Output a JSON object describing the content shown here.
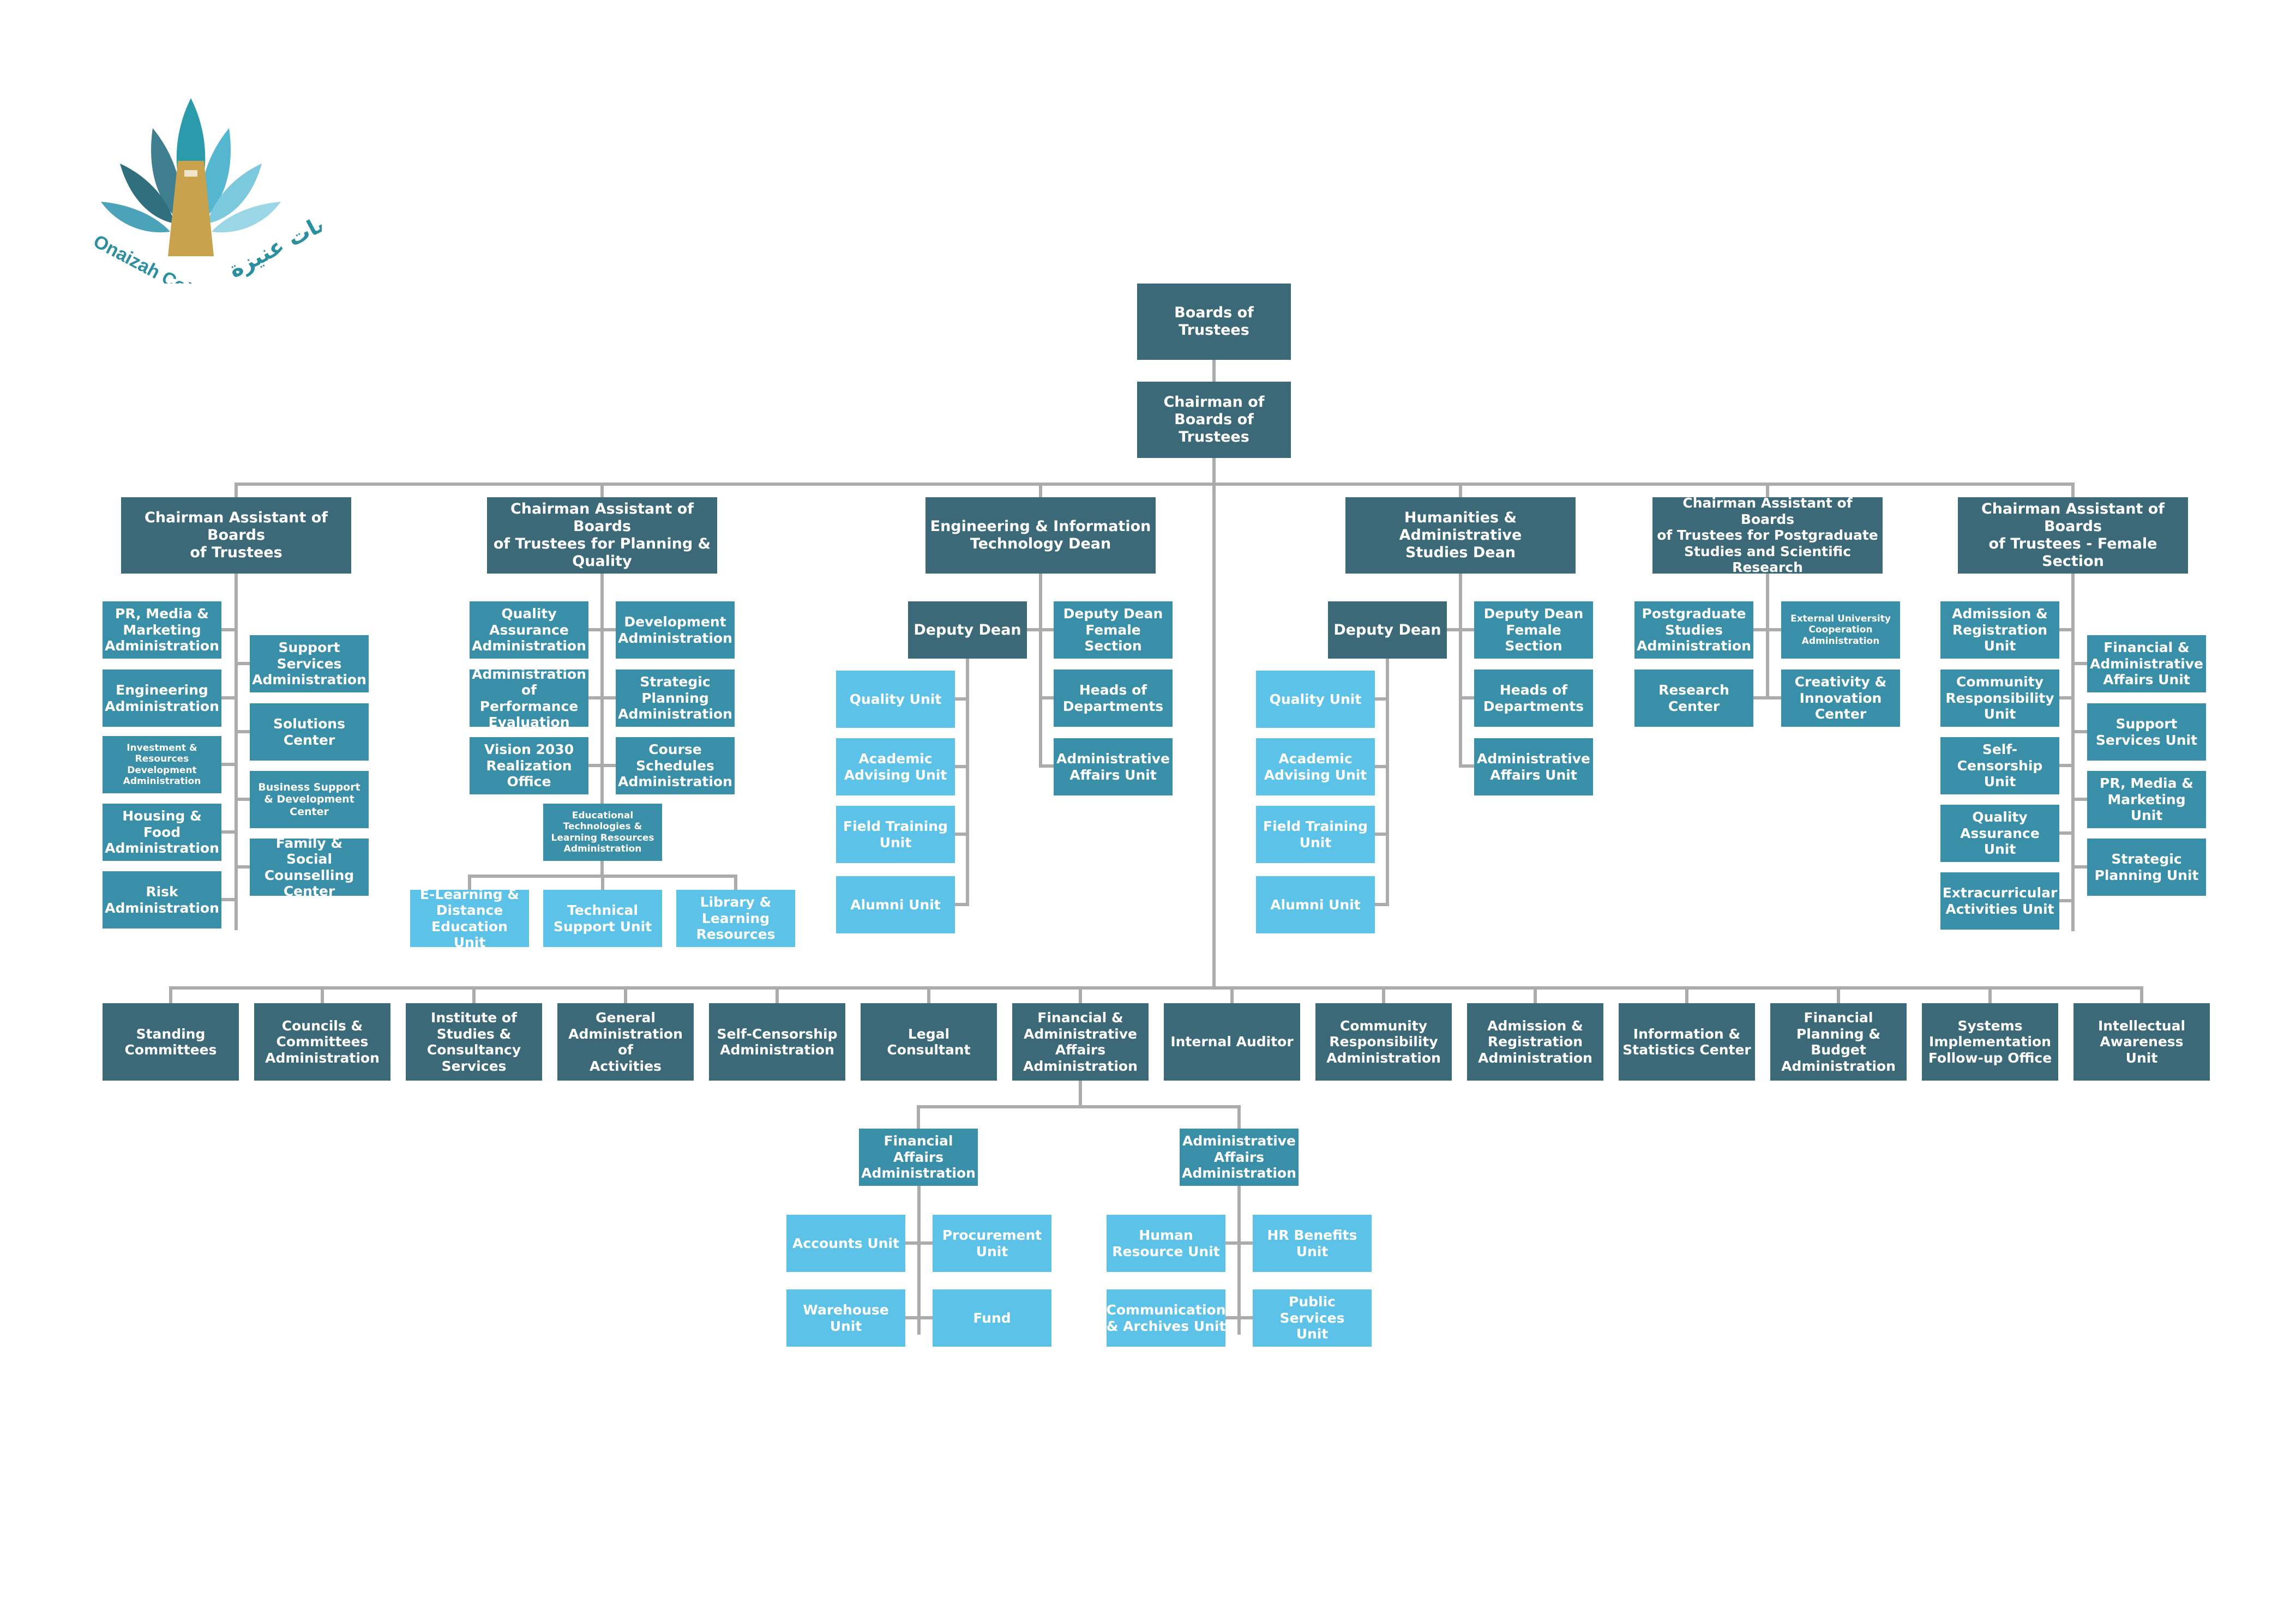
{
  "colors": {
    "dark": "#3b6977",
    "mid": "#3a8fa8",
    "light": "#5dc2e8",
    "line": "#a9abad",
    "logo_teal": "#2b9aab",
    "logo_gold": "#c9a24d"
  },
  "logo": {
    "english": "Onaizah Colleges",
    "arabic": "كليات عنيزة"
  },
  "top": {
    "board": "Boards of Trustees",
    "chairman": "Chairman of\nBoards of Trustees"
  },
  "col1": {
    "header": "Chairman Assistant of Boards\nof Trustees",
    "left": [
      "PR, Media &\nMarketing\nAdministration",
      "Engineering\nAdministration",
      "Investment &\nResources\nDevelopment\nAdministration",
      "Housing & Food\nAdministration",
      "Risk\nAdministration"
    ],
    "right": [
      "Support\nServices\nAdministration",
      "Solutions\nCenter",
      "Business Support\n& Development\nCenter",
      "Family & Social\nCounselling\nCenter"
    ]
  },
  "col2": {
    "header": "Chairman Assistant of Boards\nof Trustees for Planning &\nQuality",
    "left": [
      "Quality\nAssurance\nAdministration",
      "Administration\nof Performance\nEvaluation",
      "Vision 2030\nRealization\nOffice"
    ],
    "right": [
      "Development\nAdministration",
      "Strategic\nPlanning\nAdministration",
      "Course\nSchedules\nAdministration"
    ],
    "edu": "Educational\nTechnologies &\nLearning Resources\nAdministration",
    "edu_children": [
      "E-Learning &\nDistance\nEducation Unit",
      "Technical\nSupport Unit",
      "Library &\nLearning\nResources"
    ]
  },
  "col3": {
    "header": "Engineering & Information\nTechnology Dean",
    "deputy": "Deputy Dean",
    "units": [
      "Quality Unit",
      "Academic\nAdvising Unit",
      "Field Training\nUnit",
      "Alumni Unit"
    ],
    "right": [
      "Deputy Dean\nFemale Section",
      "Heads of\nDepartments",
      "Administrative\nAffairs Unit"
    ]
  },
  "col4": {
    "header": "Humanities & Administrative\nStudies Dean",
    "deputy": "Deputy Dean",
    "units": [
      "Quality Unit",
      "Academic\nAdvising Unit",
      "Field Training\nUnit",
      "Alumni Unit"
    ],
    "right": [
      "Deputy Dean\nFemale Section",
      "Heads of\nDepartments",
      "Administrative\nAffairs Unit"
    ]
  },
  "col5": {
    "header": "Chairman Assistant of Boards\nof Trustees for Postgraduate\nStudies and Scientific Research",
    "left": [
      "Postgraduate\nStudies\nAdministration",
      "Research\nCenter"
    ],
    "right": [
      "External University\nCooperation\nAdministration",
      "Creativity &\nInnovation\nCenter"
    ]
  },
  "col6": {
    "header": "Chairman Assistant of Boards\nof Trustees - Female Section",
    "left": [
      "Admission &\nRegistration\nUnit",
      "Community\nResponsibility\nUnit",
      "Self-Censorship\nUnit",
      "Quality\nAssurance Unit",
      "Extracurricular\nActivities Unit"
    ],
    "right": [
      "Financial &\nAdministrative\nAffairs Unit",
      "Support\nServices Unit",
      "PR, Media &\nMarketing Unit",
      "Strategic\nPlanning Unit"
    ]
  },
  "bottom_row": [
    "Standing\nCommittees",
    "Councils &\nCommittees\nAdministration",
    "Institute of\nStudies &\nConsultancy\nServices",
    "General\nAdministration of\nActivities",
    "Self-Censorship\nAdministration",
    "Legal Consultant",
    "Financial &\nAdministrative\nAffairs\nAdministration",
    "Internal Auditor",
    "Community\nResponsibility\nAdministration",
    "Admission &\nRegistration\nAdministration",
    "Information &\nStatistics Center",
    "Financial\nPlanning & Budget\nAdministration",
    "Systems\nImplementation\nFollow-up Office",
    "Intellectual\nAwareness\nUnit"
  ],
  "finance": {
    "header": "Financial Affairs\nAdministration",
    "left": [
      "Accounts Unit",
      "Warehouse Unit"
    ],
    "right": [
      "Procurement\nUnit",
      "Fund"
    ]
  },
  "admin": {
    "header": "Administrative\nAffairs\nAdministration",
    "left": [
      "Human\nResource Unit",
      "Communication\n& Archives Unit"
    ],
    "right": [
      "HR Benefits Unit",
      "Public Services\nUnit"
    ]
  }
}
